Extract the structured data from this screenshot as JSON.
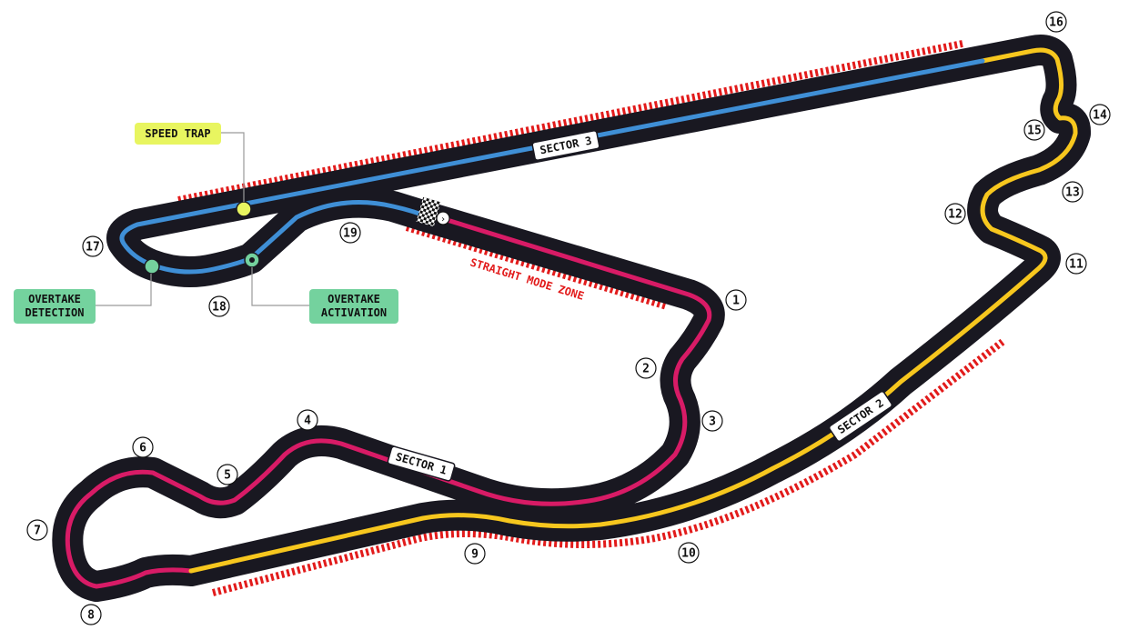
{
  "colors": {
    "track": "#191821",
    "sector1": "#d81b66",
    "sector2": "#f7c71e",
    "sector3": "#3f8fd6",
    "zone": "#e21b1b",
    "speed_trap": "#e8f560",
    "overtake": "#74d29e"
  },
  "labels": {
    "speed_trap": "SPEED TRAP",
    "overtake_detection_line1": "OVERTAKE",
    "overtake_detection_line2": "DETECTION",
    "overtake_activation_line1": "OVERTAKE",
    "overtake_activation_line2": "ACTIVATION",
    "straight_mode_zone": "STRAIGHT MODE ZONE",
    "sector1": "SECTOR 1",
    "sector2": "SECTOR 2",
    "sector3": "SECTOR 3"
  },
  "turns": [
    "1",
    "2",
    "3",
    "4",
    "5",
    "6",
    "7",
    "8",
    "9",
    "10",
    "11",
    "12",
    "13",
    "14",
    "15",
    "16",
    "17",
    "18",
    "19"
  ],
  "icons": {
    "start_finish": "checkered-flag-icon",
    "direction": "arrow-right-icon"
  }
}
